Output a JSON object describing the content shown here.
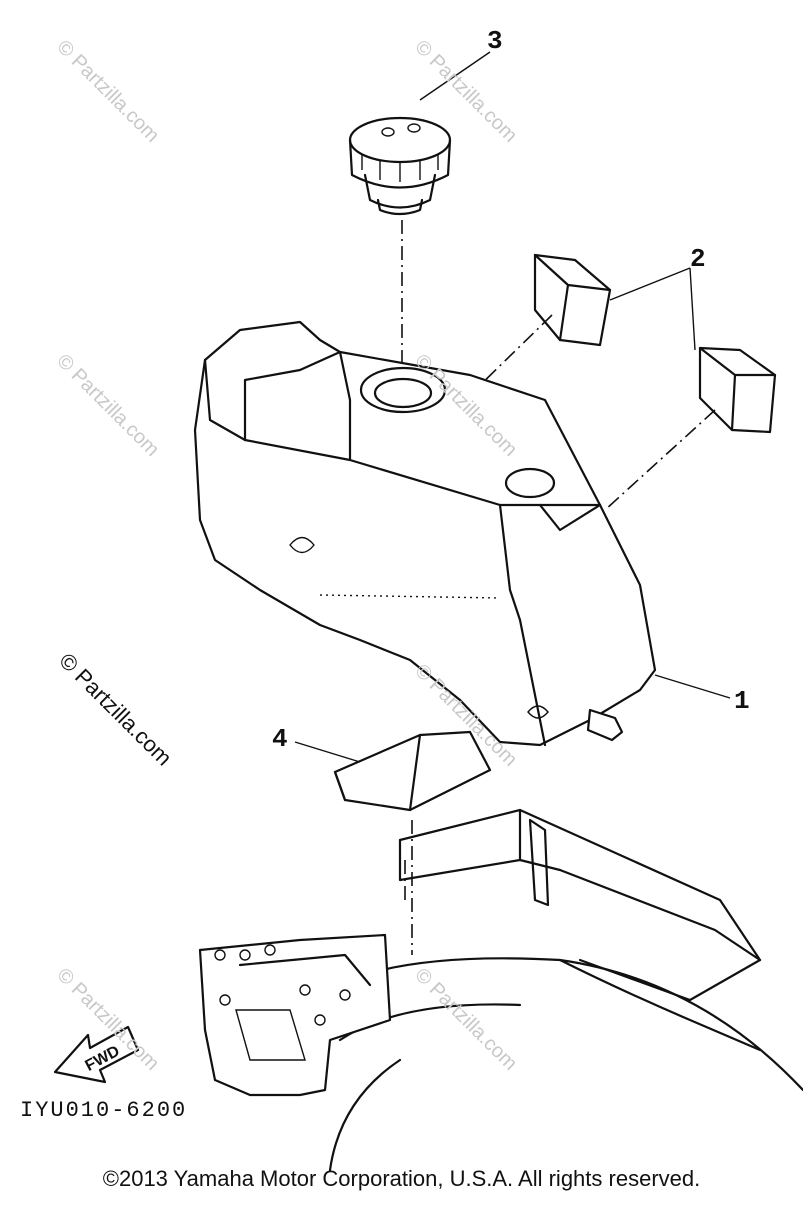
{
  "diagram": {
    "callouts": [
      {
        "id": "1",
        "label": "1",
        "part": "fuel-tank"
      },
      {
        "id": "2",
        "label": "2",
        "part": "damper-pad"
      },
      {
        "id": "3",
        "label": "3",
        "part": "fuel-cap"
      },
      {
        "id": "4",
        "label": "4",
        "part": "tank-cover-damper"
      }
    ],
    "fwd_arrow_label": "FWD",
    "reference_code": "IYU010-6200",
    "watermark_text": "© Partzilla.com",
    "copyright": "©2013 Yamaha Motor Corporation, U.S.A. All rights reserved."
  }
}
